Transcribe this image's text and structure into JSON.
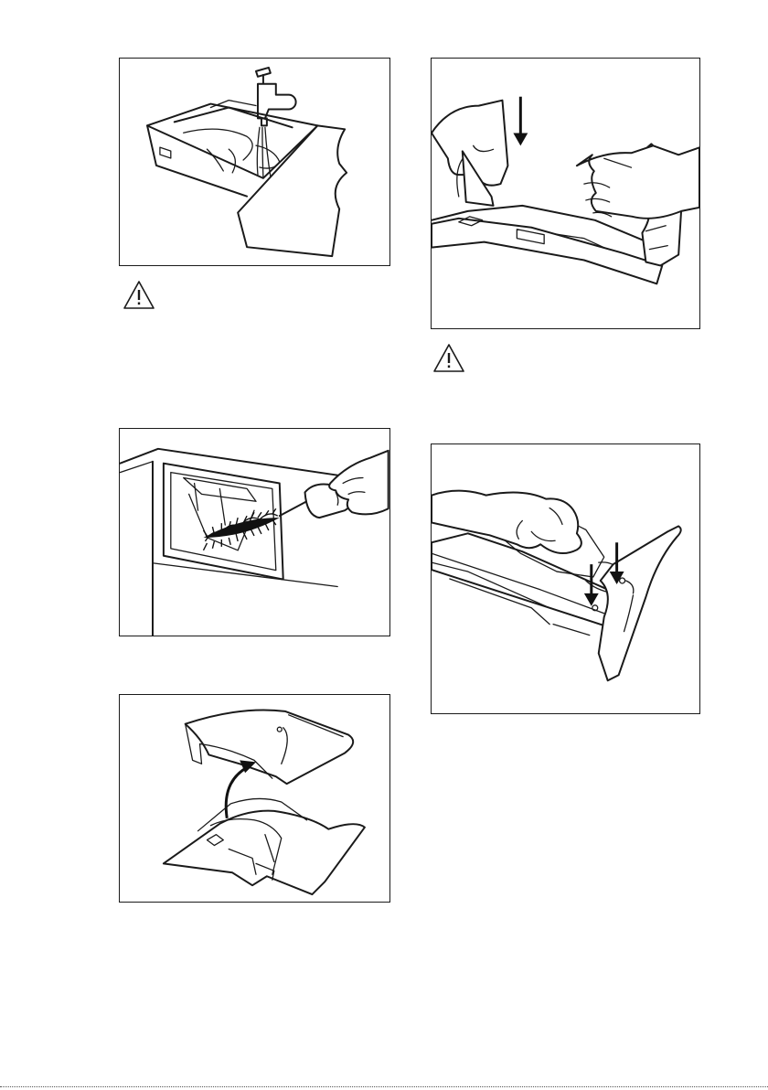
{
  "page": {
    "figures": [
      {
        "id": "fig-1",
        "icon": "tap-rinsing-drawer-illustration"
      },
      {
        "id": "fig-2",
        "icon": "brush-cleaning-recess-illustration"
      },
      {
        "id": "fig-3",
        "icon": "siphon-cover-lift-illustration"
      },
      {
        "id": "fig-4",
        "icon": "insert-drawer-hands-illustration"
      },
      {
        "id": "fig-5",
        "icon": "press-siphon-down-illustration"
      }
    ],
    "warnings": [
      {
        "id": "warning-1",
        "icon": "warning-triangle-icon"
      },
      {
        "id": "warning-2",
        "icon": "warning-triangle-icon"
      }
    ]
  }
}
